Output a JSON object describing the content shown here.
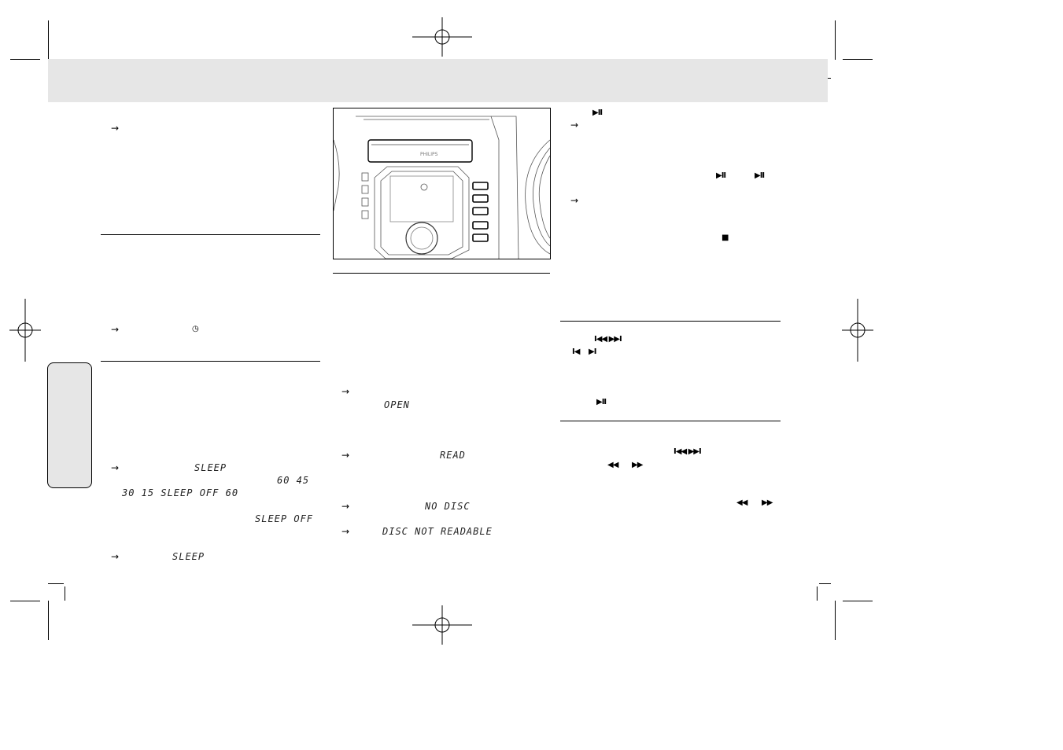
{
  "lcd": {
    "sleep_1": "SLEEP",
    "sleep_values_a": "60 45",
    "sleep_values_b": "30  15 SLEEP OFF 60",
    "sleep_off": "SLEEP OFF",
    "sleep_2": "SLEEP",
    "open": "OPEN",
    "read": "READ",
    "no_disc": "NO DISC",
    "disc_not_readable": "DISC NOT READABLE"
  },
  "symbols": {
    "arrow": "→",
    "play_pause": "▶II",
    "stop": "■",
    "prev_next": "I◀◀ ▶▶I",
    "prev": "I◀",
    "next": "▶I",
    "rewind": "◀◀",
    "forward": "▶▶",
    "clock": "◷"
  },
  "figure": {
    "brand": "PHILIPS"
  }
}
